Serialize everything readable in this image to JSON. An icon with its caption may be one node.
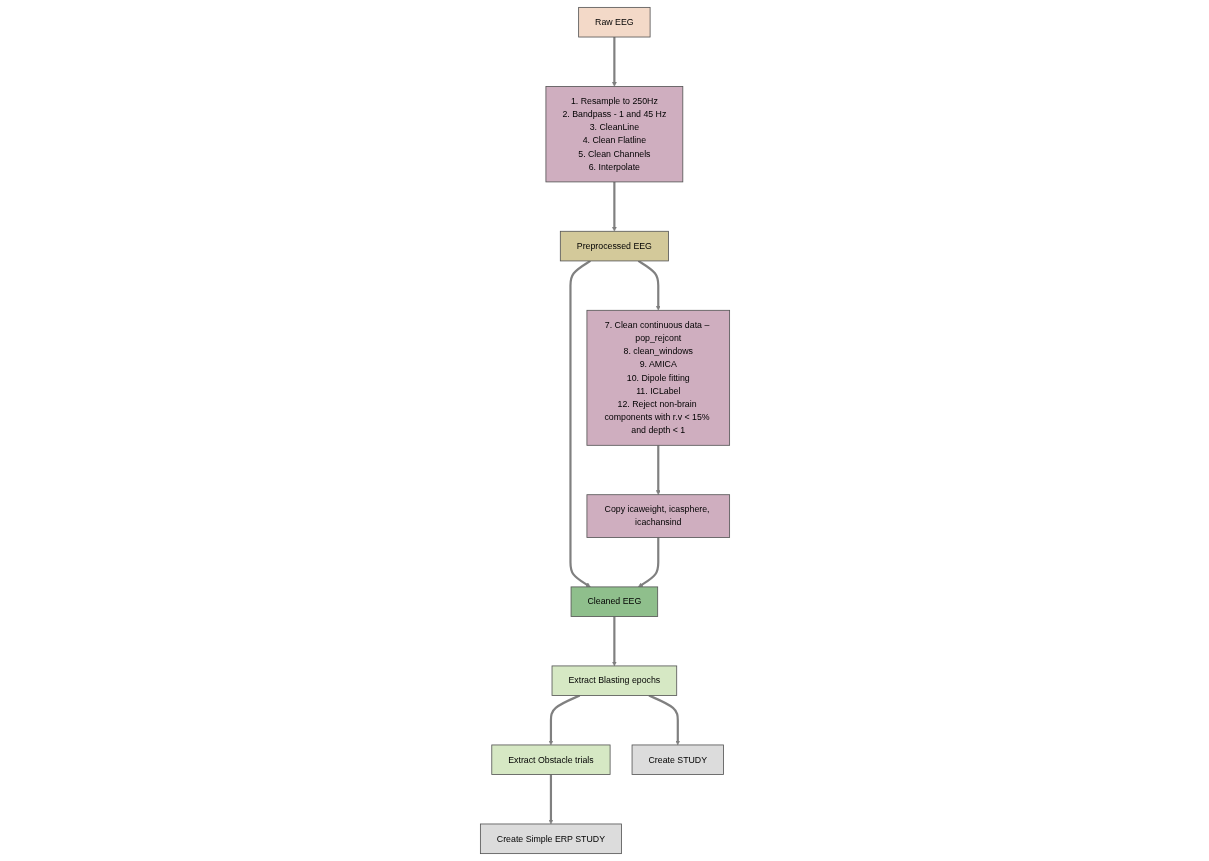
{
  "diagram": {
    "nodes": [
      {
        "text": [
          "Raw EEG"
        ]
      },
      {
        "text": [
          "1. Resample to 250Hz",
          "2. Bandpass - 1 and 45 Hz",
          "3. CleanLine",
          "4. Clean Flatline",
          "5. Clean Channels",
          "6. Interpolate"
        ]
      },
      {
        "text": [
          "Preprocessed EEG"
        ]
      },
      {
        "text": [
          "7. Clean continuous data – pop_rejcont",
          "8. clean_windows",
          "9. AMICA",
          "10. Dipole fitting",
          "11. ICLabel",
          "12. Reject non-brain components with r.v < 15% and depth < 1"
        ]
      },
      {
        "text": [
          "Cleaned EEG"
        ]
      },
      {
        "text": [
          "Copy icaweight, icasphere, icachansind"
        ]
      },
      {
        "text": [
          "Extract Blasting epochs"
        ]
      },
      {
        "text": [
          "Extract Obstacle trials"
        ]
      },
      {
        "text": [
          "Create Simple ERP STUDY"
        ]
      },
      {
        "text": [
          "Create STUDY"
        ]
      }
    ],
    "edges": [
      {
        "from": 0,
        "to": 1,
        "arrow": "to"
      },
      {
        "from": 1,
        "to": 2,
        "arrow": "to"
      },
      {
        "from": 2,
        "to": 3,
        "arrow": "to"
      },
      {
        "from": 2,
        "to": 4,
        "arrow": "to"
      },
      {
        "from": 3,
        "to": 5,
        "arrow": "to"
      },
      {
        "from": 5,
        "to": 4,
        "arrow": "to"
      },
      {
        "from": 4,
        "to": 6,
        "arrow": "to"
      },
      {
        "from": 6,
        "to": 7,
        "arrow": "to"
      },
      {
        "from": 7,
        "to": 8,
        "arrow": "to"
      },
      {
        "from": 6,
        "to": 9,
        "arrow": "to"
      }
    ]
  }
}
